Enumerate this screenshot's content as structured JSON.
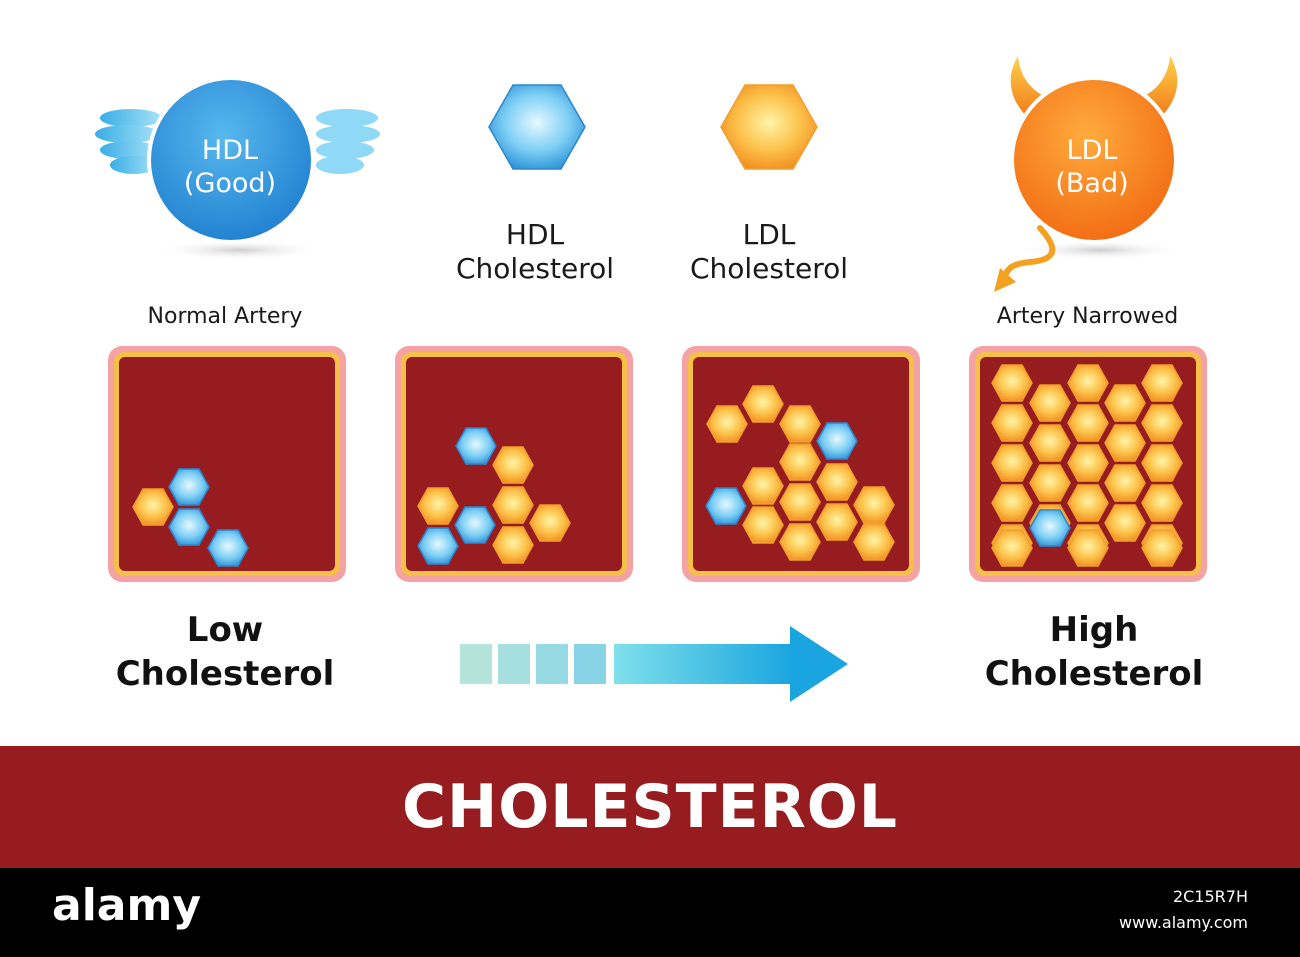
{
  "legend": {
    "hdl_particle": {
      "line1": "HDL",
      "line2": "(Good)"
    },
    "ldl_particle": {
      "line1": "LDL",
      "line2": "(Bad)"
    },
    "hdl_cholesterol": {
      "line1": "HDL",
      "line2": "Cholesterol"
    },
    "ldl_cholesterol": {
      "line1": "LDL",
      "line2": "Cholesterol"
    }
  },
  "artery_labels": {
    "normal": "Normal Artery",
    "narrowed": "Artery Narrowed"
  },
  "levels": {
    "low": {
      "line1": "Low",
      "line2": "Cholesterol"
    },
    "high": {
      "line1": "High",
      "line2": "Cholesterol"
    }
  },
  "banner": {
    "title": "CHOLESTEROL"
  },
  "footer": {
    "logo": "alamy",
    "image_id": "2C15R7H",
    "site": "www.alamy.com"
  },
  "colors": {
    "artery_wall": "#f5a2a4",
    "artery_lining": "#f4c04a",
    "artery_lumen": "#961c1f",
    "hdl_blue": "#3aa0e0",
    "ldl_orange": "#f7a53a",
    "banner": "#961c1f"
  }
}
